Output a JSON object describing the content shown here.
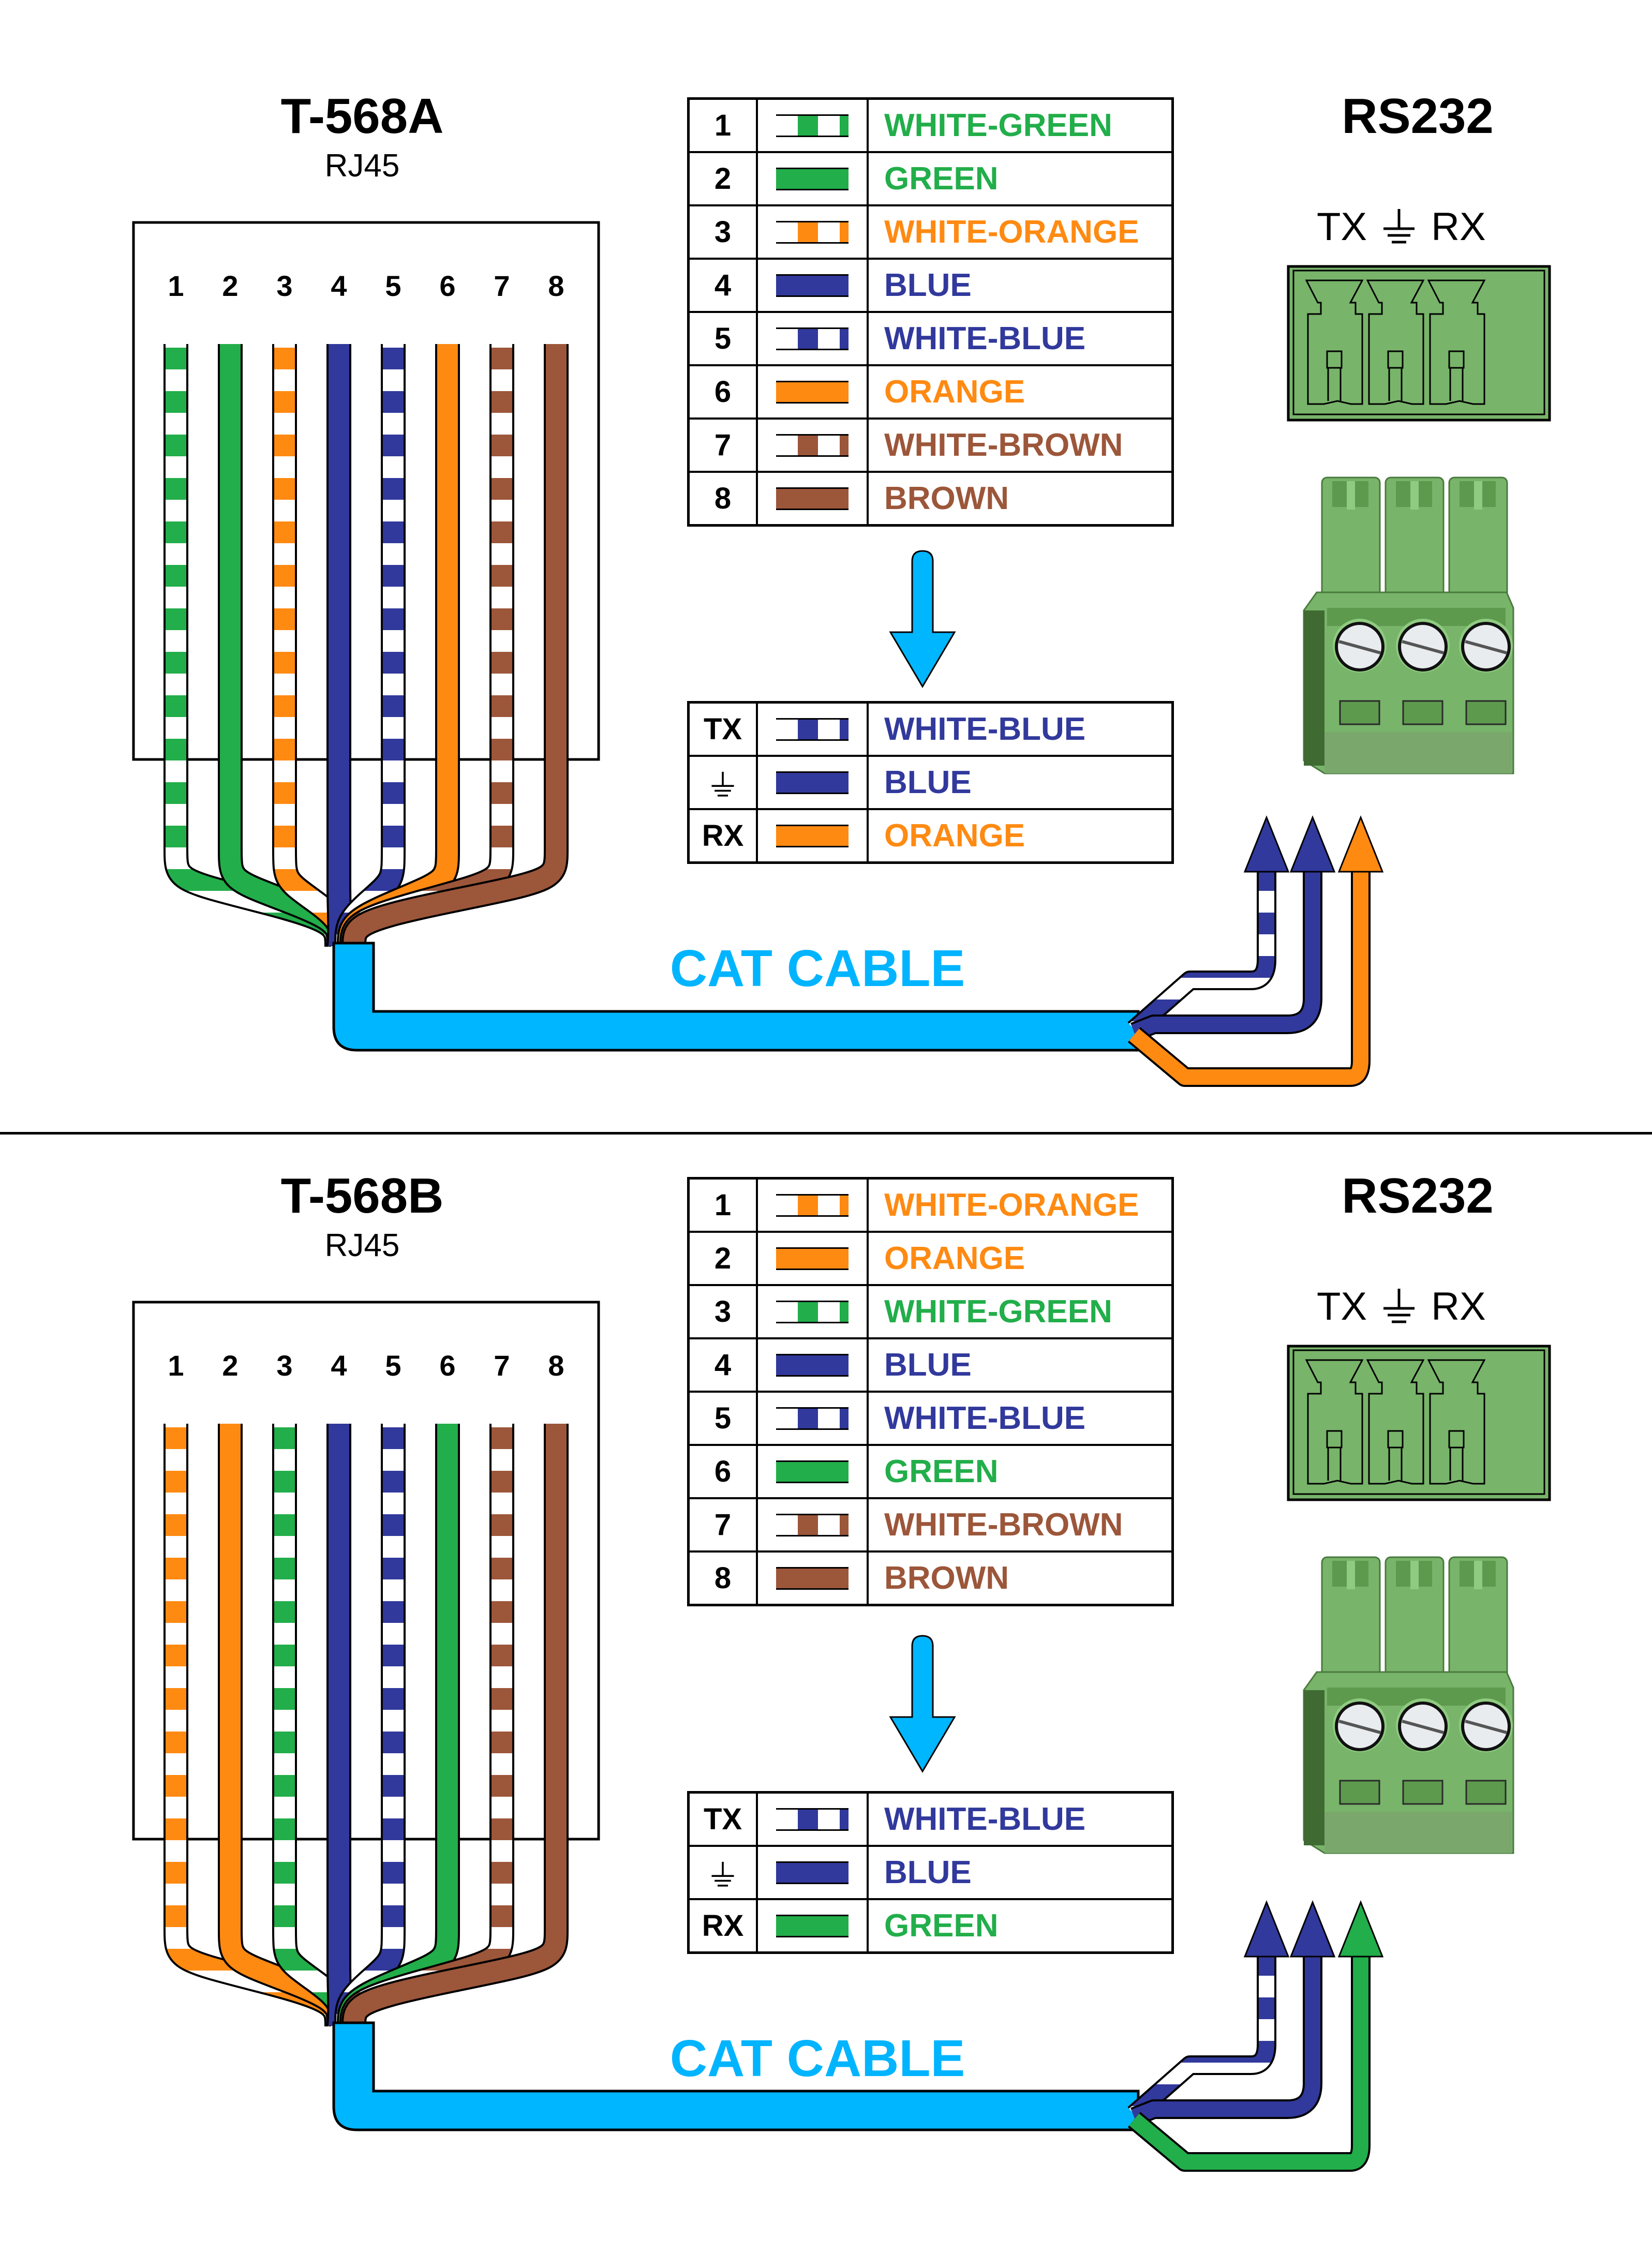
{
  "colors": {
    "green": "#22AE4A",
    "orange": "#FF8A12",
    "blue": "#31399C",
    "brown": "#9C563A",
    "cable": "#00B6FF",
    "connector": "#78B46A"
  },
  "sections": [
    {
      "standard_title": "T-568A",
      "connector_subtitle": "RJ45",
      "pin_numbers": [
        "1",
        "2",
        "3",
        "4",
        "5",
        "6",
        "7",
        "8"
      ],
      "pinout": [
        {
          "pin": "1",
          "label": "WHITE-GREEN",
          "color": "green",
          "striped": true
        },
        {
          "pin": "2",
          "label": "GREEN",
          "color": "green",
          "striped": false
        },
        {
          "pin": "3",
          "label": "WHITE-ORANGE",
          "color": "orange",
          "striped": true
        },
        {
          "pin": "4",
          "label": "BLUE",
          "color": "blue",
          "striped": false
        },
        {
          "pin": "5",
          "label": "WHITE-BLUE",
          "color": "blue",
          "striped": true
        },
        {
          "pin": "6",
          "label": "ORANGE",
          "color": "orange",
          "striped": false
        },
        {
          "pin": "7",
          "label": "WHITE-BROWN",
          "color": "brown",
          "striped": true
        },
        {
          "pin": "8",
          "label": "BROWN",
          "color": "brown",
          "striped": false
        }
      ],
      "mapping": [
        {
          "signal": "TX",
          "label": "WHITE-BLUE",
          "color": "blue",
          "striped": true
        },
        {
          "signal": "GND",
          "label": "BLUE",
          "color": "blue",
          "striped": false
        },
        {
          "signal": "RX",
          "label": "ORANGE",
          "color": "orange",
          "striped": false
        }
      ],
      "rs232_title": "RS232",
      "rs232_tx": "TX",
      "rs232_rx": "RX",
      "cable_label": "CAT CABLE"
    },
    {
      "standard_title": "T-568B",
      "connector_subtitle": "RJ45",
      "pin_numbers": [
        "1",
        "2",
        "3",
        "4",
        "5",
        "6",
        "7",
        "8"
      ],
      "pinout": [
        {
          "pin": "1",
          "label": "WHITE-ORANGE",
          "color": "orange",
          "striped": true
        },
        {
          "pin": "2",
          "label": "ORANGE",
          "color": "orange",
          "striped": false
        },
        {
          "pin": "3",
          "label": "WHITE-GREEN",
          "color": "green",
          "striped": true
        },
        {
          "pin": "4",
          "label": "BLUE",
          "color": "blue",
          "striped": false
        },
        {
          "pin": "5",
          "label": "WHITE-BLUE",
          "color": "blue",
          "striped": true
        },
        {
          "pin": "6",
          "label": "GREEN",
          "color": "green",
          "striped": false
        },
        {
          "pin": "7",
          "label": "WHITE-BROWN",
          "color": "brown",
          "striped": true
        },
        {
          "pin": "8",
          "label": "BROWN",
          "color": "brown",
          "striped": false
        }
      ],
      "mapping": [
        {
          "signal": "TX",
          "label": "WHITE-BLUE",
          "color": "blue",
          "striped": true
        },
        {
          "signal": "GND",
          "label": "BLUE",
          "color": "blue",
          "striped": false
        },
        {
          "signal": "RX",
          "label": "GREEN",
          "color": "green",
          "striped": false
        }
      ],
      "rs232_title": "RS232",
      "rs232_tx": "TX",
      "rs232_rx": "RX",
      "cable_label": "CAT CABLE"
    }
  ]
}
